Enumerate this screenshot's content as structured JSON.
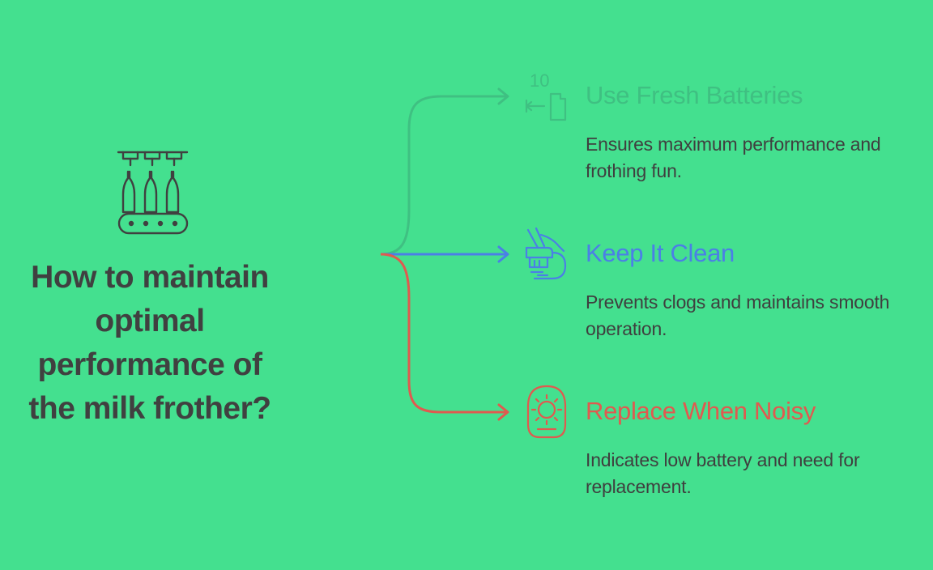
{
  "question": {
    "line1": "How to maintain",
    "line2": "optimal",
    "line3": "performance of",
    "line4": "the milk frother?"
  },
  "colors": {
    "background": "#44e08f",
    "dark_text": "#404040",
    "item1_accent": "#3fc082",
    "item2_accent": "#4b7fe6",
    "item3_accent": "#e05a4f"
  },
  "items": [
    {
      "title": "Use Fresh Batteries",
      "description": "Ensures maximum performance and frothing fun.",
      "icon": "battery-timer-icon",
      "icon_label": "10"
    },
    {
      "title": "Keep It Clean",
      "description": "Prevents clogs and maintains smooth operation.",
      "icon": "cleaning-brush-icon"
    },
    {
      "title": "Replace When Noisy",
      "description": "Indicates low battery and need for replacement.",
      "icon": "alarm-light-icon"
    }
  ],
  "main_icon": "bottling-conveyor-icon"
}
